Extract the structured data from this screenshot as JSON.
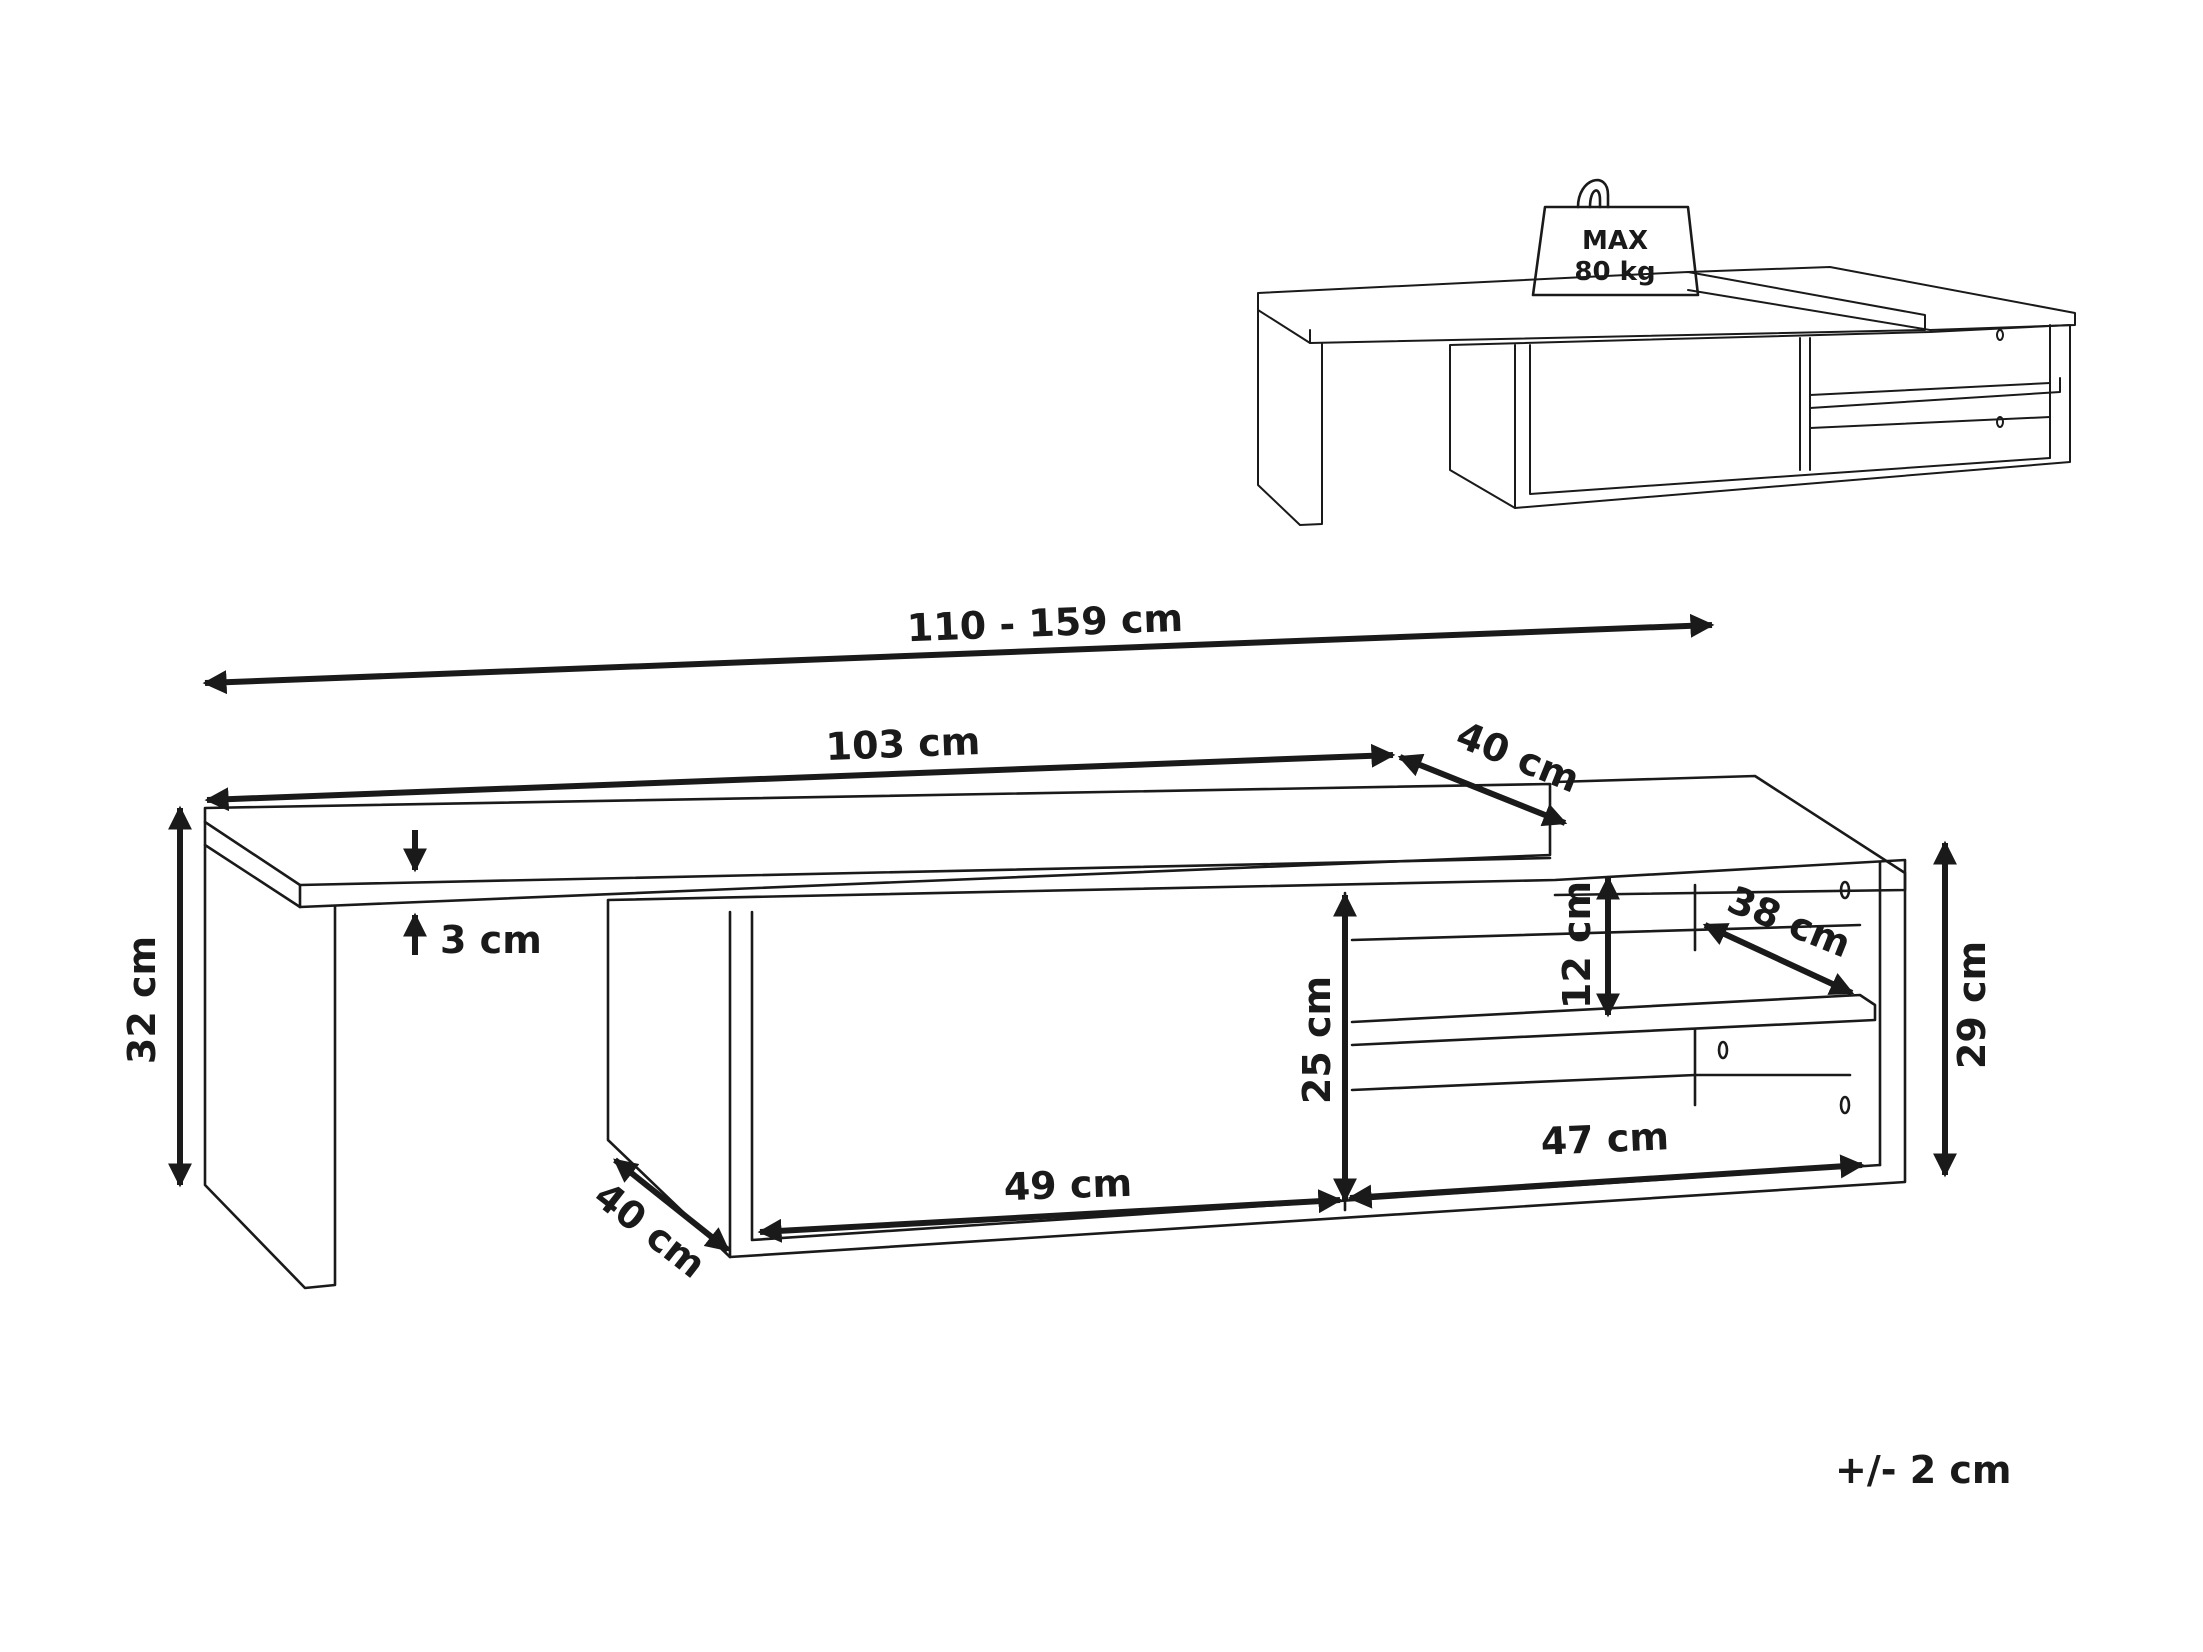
{
  "weight_badge": {
    "line1": "MAX",
    "line2": "80 kg"
  },
  "dimensions": {
    "overall_width": "110 - 159 cm",
    "top_width": "103 cm",
    "top_depth": "40 cm",
    "top_thickness": "3 cm",
    "total_height": "32 cm",
    "cabinet_height": "29 cm",
    "inner_height": "25 cm",
    "shelf_spacing": "12 cm",
    "shelf_depth": "38 cm",
    "compartment_width": "49 cm",
    "shelf_width": "47 cm",
    "base_depth": "40 cm"
  },
  "tolerance": "+/- 2 cm"
}
